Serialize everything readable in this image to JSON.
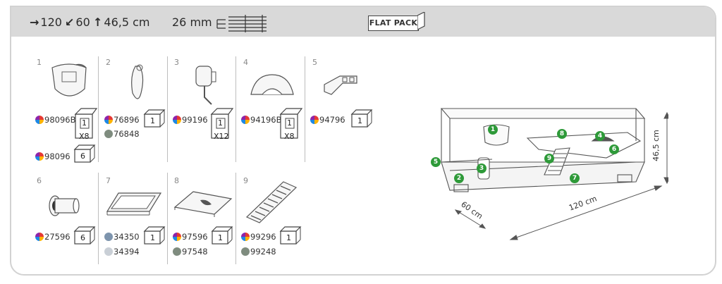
{
  "header": {
    "dims": "120",
    "dims2": "60",
    "dims3": "46,5 cm",
    "thickness": "26 mm",
    "flatpack": "FLAT PACK"
  },
  "items": [
    {
      "num": "1",
      "codes": [
        {
          "code": "98096B",
          "qty": "1",
          "mult": "X8",
          "color": "multi"
        },
        {
          "code": "98096",
          "qty": "6",
          "color": "multi"
        }
      ]
    },
    {
      "num": "2",
      "codes": [
        {
          "code": "76896",
          "qty": "1",
          "color": "multi"
        },
        {
          "code": "76848",
          "color": "grey"
        }
      ]
    },
    {
      "num": "3",
      "codes": [
        {
          "code": "99196",
          "qty": "1",
          "mult": "X12",
          "color": "multi"
        }
      ]
    },
    {
      "num": "4",
      "codes": [
        {
          "code": "94196B",
          "qty": "1",
          "mult": "X8",
          "color": "multi"
        }
      ]
    },
    {
      "num": "5",
      "codes": [
        {
          "code": "94796",
          "qty": "1",
          "color": "multi"
        }
      ]
    },
    {
      "num": "6",
      "codes": [
        {
          "code": "27596",
          "qty": "6",
          "color": "multi"
        }
      ]
    },
    {
      "num": "7",
      "codes": [
        {
          "code": "34350",
          "qty": "1",
          "color": "blue"
        },
        {
          "code": "34394",
          "color": "light"
        }
      ]
    },
    {
      "num": "8",
      "codes": [
        {
          "code": "97596",
          "qty": "1",
          "color": "multi"
        },
        {
          "code": "97548",
          "color": "grey"
        }
      ]
    },
    {
      "num": "9",
      "codes": [
        {
          "code": "99296",
          "qty": "1",
          "color": "multi"
        },
        {
          "code": "99248",
          "color": "grey"
        }
      ]
    }
  ],
  "diagram": {
    "width_label": "120 cm",
    "depth_label": "60 cm",
    "height_label": "46,5 cm",
    "callouts": [
      "1",
      "2",
      "3",
      "4",
      "5",
      "6",
      "7",
      "8",
      "9"
    ]
  },
  "colors": {
    "callout": "#2e9a39",
    "header": "#d9d9d9"
  }
}
